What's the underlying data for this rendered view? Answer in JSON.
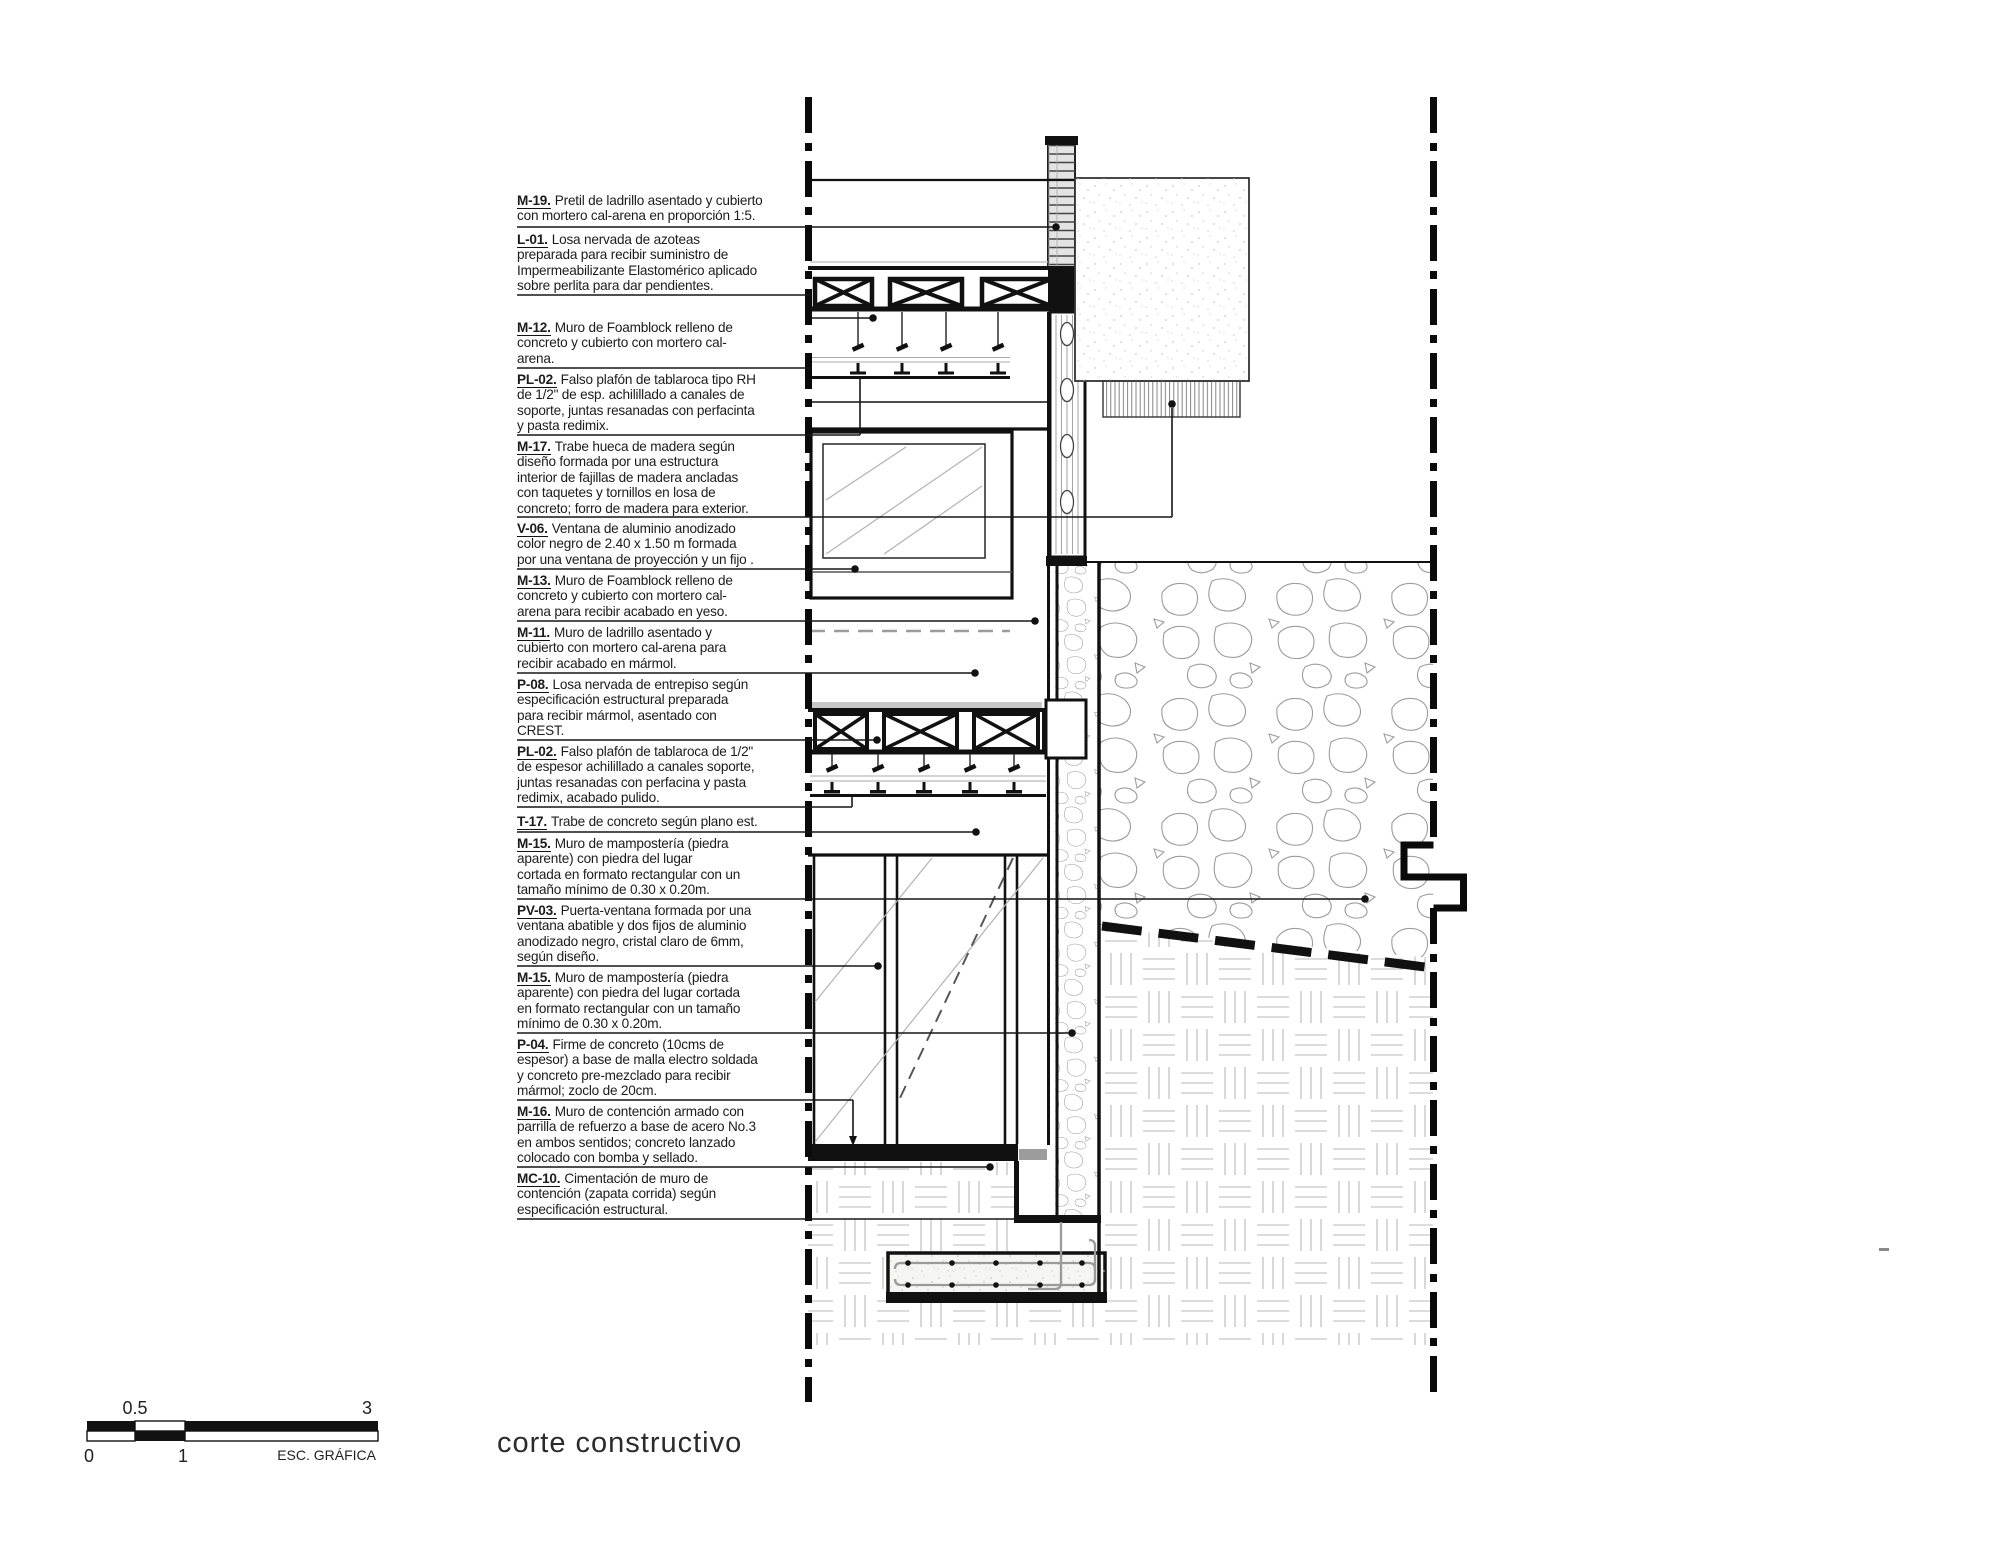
{
  "title": "corte constructivo",
  "scale_bar": {
    "top_labels": [
      "0.5",
      "3"
    ],
    "bottom_labels": [
      "0",
      "1"
    ],
    "caption": "ESC. GRÁFICA"
  },
  "colors": {
    "ink": "#111111",
    "annotation_ink": "#1c1c1c",
    "hatch_gray": "#9c9c9c",
    "light_fill": "#f5f5f3"
  },
  "notes": [
    {
      "code": "M-19.",
      "lines": [
        "Pretil de ladrillo asentado y cubierto",
        "con mortero cal-arena en proporción 1:5."
      ]
    },
    {
      "code": "L-01.",
      "lines": [
        "Losa nervada de azoteas",
        "preparada para recibir suministro de",
        "Impermeabilizante Elastomérico aplicado",
        "sobre perlita para dar pendientes."
      ]
    },
    {
      "code": "M-12.",
      "lines": [
        "Muro de Foamblock relleno de",
        "concreto y cubierto con mortero cal-",
        "arena."
      ]
    },
    {
      "code": "PL-02.",
      "lines": [
        "Falso plafón de tablaroca tipo RH",
        "de 1/2\" de esp. achilillado a canales de",
        "soporte, juntas resanadas con perfacinta",
        "y pasta redimix."
      ]
    },
    {
      "code": "M-17.",
      "lines": [
        "Trabe hueca de madera según",
        "diseño formada por una estructura",
        "interior de fajillas de madera ancladas",
        "con taquetes y tornillos en losa de",
        "concreto; forro de madera para exterior."
      ]
    },
    {
      "code": "V-06.",
      "lines": [
        "Ventana de aluminio anodizado",
        "color negro de 2.40 x 1.50 m formada",
        "por una ventana de proyección y un fijo ."
      ]
    },
    {
      "code": "M-13.",
      "lines": [
        "Muro de Foamblock relleno de",
        "concreto y cubierto con mortero cal-",
        "arena para recibir acabado en yeso."
      ]
    },
    {
      "code": "M-11.",
      "lines": [
        "Muro de ladrillo asentado y",
        "cubierto con mortero cal-arena para",
        "recibir acabado en mármol."
      ]
    },
    {
      "code": "P-08.",
      "lines": [
        "Losa nervada de entrepiso según",
        "especificación estructural preparada",
        "para recibir mármol, asentado con",
        "CREST."
      ]
    },
    {
      "code": "PL-02.",
      "lines": [
        "Falso plafón de tablaroca de 1/2\"",
        "de espesor achilillado a canales soporte,",
        "juntas resanadas con perfacina y pasta",
        "redimix, acabado pulido."
      ]
    },
    {
      "code": "T-17.",
      "lines": [
        "Trabe de concreto según plano est."
      ]
    },
    {
      "code": "M-15.",
      "lines": [
        "Muro de mampostería (piedra",
        "aparente) con piedra del lugar",
        "cortada en formato rectangular con un",
        "tamaño mínimo de 0.30 x 0.20m."
      ]
    },
    {
      "code": "PV-03.",
      "lines": [
        "Puerta-ventana formada por una",
        "ventana abatible y dos fijos de aluminio",
        "anodizado negro, cristal claro de 6mm,",
        "según diseño."
      ]
    },
    {
      "code": "M-15.",
      "lines": [
        "Muro de mampostería (piedra",
        "aparente) con piedra del lugar cortada",
        "en formato rectangular con un tamaño",
        "mínimo de 0.30 x 0.20m."
      ]
    },
    {
      "code": "P-04.",
      "lines": [
        "Firme de concreto (10cms de",
        "espesor) a base de malla electro soldada",
        "y concreto pre-mezclado para recibir",
        "mármol; zoclo de 20cm."
      ]
    },
    {
      "code": "M-16.",
      "lines": [
        "Muro de contención armado con",
        "parrilla de refuerzo a base de acero No.3",
        "en ambos sentidos; concreto lanzado",
        "colocado con bomba y sellado."
      ]
    },
    {
      "code": "MC-10.",
      "lines": [
        "Cimentación de muro de",
        "contención (zapata corrida) según",
        "especificación estructural."
      ]
    }
  ]
}
